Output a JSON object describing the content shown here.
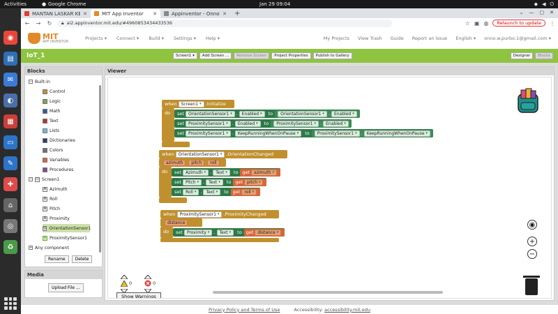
{
  "topbar": {
    "activities": "Activities",
    "app_name": "Google Chrome",
    "clock": "Jan 29  09:04"
  },
  "chrome": {
    "tabs": [
      {
        "title": "MANTAN LASKAR KEE",
        "color": "#e23b2f"
      },
      {
        "title": "MIT App Inventor",
        "color": "#e28a2a"
      },
      {
        "title": "Appinventor - OnnoWiki",
        "color": "#888888"
      }
    ],
    "new_tab": "+",
    "url": "ai2.appinventor.mit.edu/#4960853434433536",
    "relaunch": "Relaunch to update"
  },
  "app": {
    "logo_big": "MIT",
    "logo_small": "APP INVENTOR",
    "menu": [
      "Projects ▾",
      "Connect ▾",
      "Build ▾",
      "Settings ▾",
      "Help ▾"
    ],
    "right_menu": [
      "My Projects",
      "View Trash",
      "Guide",
      "Report an Issue",
      "English ▾",
      "onno.w.purbo.1@gmail.com ▾"
    ]
  },
  "project": {
    "name": "IoT_1",
    "screen_btn": "Screen1 ▾",
    "add_screen": "Add Screen ...",
    "remove_screen": "Remove Screen",
    "project_properties": "Project Properties",
    "publish": "Publish to Gallery",
    "designer": "Designer",
    "blocks": "Blocks"
  },
  "blocks_panel": {
    "title": "Blocks",
    "builtin": "Built-in",
    "builtin_items": [
      {
        "label": "Control",
        "color": "#c0902e"
      },
      {
        "label": "Logic",
        "color": "#7da348"
      },
      {
        "label": "Math",
        "color": "#2a5ea9"
      },
      {
        "label": "Text",
        "color": "#b8302e"
      },
      {
        "label": "Lists",
        "color": "#70b8e0"
      },
      {
        "label": "Dictionaries",
        "color": "#2c3a7a"
      },
      {
        "label": "Colors",
        "color": "#707070"
      },
      {
        "label": "Variables",
        "color": "#d9653c"
      },
      {
        "label": "Procedures",
        "color": "#7d4d9b"
      }
    ],
    "screen": "Screen1",
    "components": [
      "Azimuth",
      "Roll",
      "Pitch",
      "Proximity",
      "OrientationSensor1",
      "ProximitySensor1"
    ],
    "any_component": "Any component",
    "rename": "Rename",
    "delete": "Delete"
  },
  "media": {
    "title": "Media",
    "upload": "Upload File ..."
  },
  "viewer": {
    "title": "Viewer",
    "words": {
      "when": "when",
      "do": "do",
      "set": "set",
      "to": "to",
      "get": "get"
    },
    "block1": {
      "component": "Screen1",
      "event": ".Initialize",
      "rows": [
        {
          "comp": "OrientationSensor1",
          "prop": "Enabled",
          "value_comp": "OrientationSensor1",
          "value_prop": "Enabled"
        },
        {
          "comp": "ProximitySensor1",
          "prop": "Enabled",
          "value_comp": "ProximitySensor1",
          "value_prop": "Enabled"
        },
        {
          "comp": "ProximitySensor1",
          "prop": "KeepRunningWhenOnPause",
          "value_comp": "ProximitySensor1",
          "value_prop": "KeepRunningWhenOnPause"
        }
      ]
    },
    "block2": {
      "component": "OrientationSensor1",
      "event": ".OrientationChanged",
      "params": [
        "azimuth",
        "pitch",
        "roll"
      ],
      "rows": [
        {
          "comp": "Azimuth",
          "prop": "Text",
          "get": "azimuth"
        },
        {
          "comp": "Pitch",
          "prop": "Text",
          "get": "pitch"
        },
        {
          "comp": "Roll",
          "prop": "Text",
          "get": "roll"
        }
      ]
    },
    "block3": {
      "component": "ProximitySensor1",
      "event": ".ProximityChanged",
      "params": [
        "distance"
      ],
      "rows": [
        {
          "comp": "Proximity",
          "prop": "Text",
          "get": "distance"
        }
      ]
    },
    "warnings_count": "0",
    "errors_count": "0",
    "show_warnings": "Show Warnings"
  },
  "footer": {
    "privacy": "Privacy Policy and Terms of Use",
    "accessibility_label": "Accessibility:",
    "accessibility_link": "accessibility.mit.edu"
  }
}
